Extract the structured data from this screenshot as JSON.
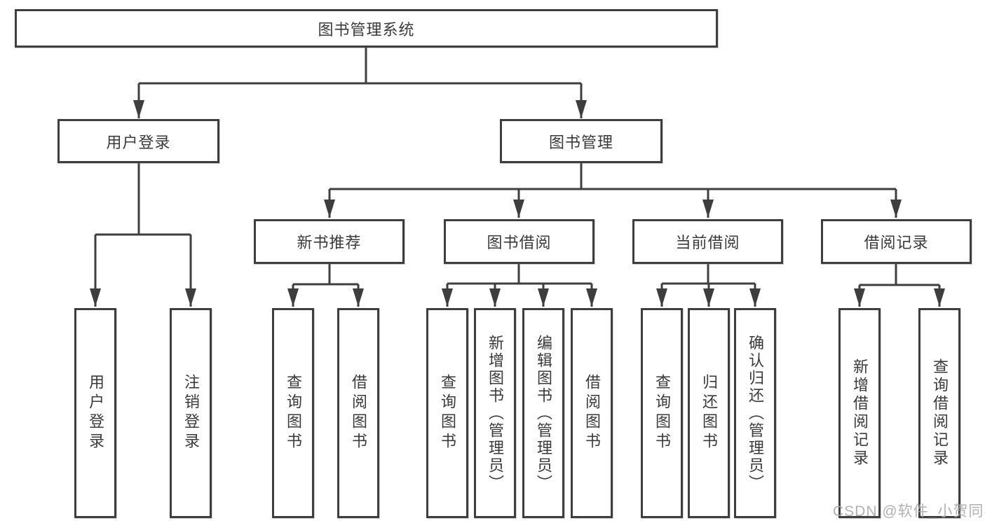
{
  "diagram": {
    "type": "hierarchy-tree",
    "root": {
      "label": "图书管理系统"
    },
    "level2": [
      {
        "label": "用户登录"
      },
      {
        "label": "图书管理"
      }
    ],
    "level3": [
      {
        "label": "新书推荐",
        "parent": "图书管理"
      },
      {
        "label": "图书借阅",
        "parent": "图书管理"
      },
      {
        "label": "当前借阅",
        "parent": "图书管理"
      },
      {
        "label": "借阅记录",
        "parent": "图书管理"
      }
    ],
    "leaves": [
      {
        "label": "用户登录",
        "parent": "用户登录"
      },
      {
        "label": "注销登录",
        "parent": "用户登录"
      },
      {
        "label": "查询图书",
        "parent": "新书推荐"
      },
      {
        "label": "借阅图书",
        "parent": "新书推荐"
      },
      {
        "label": "查询图书",
        "parent": "图书借阅"
      },
      {
        "label": "新增图书（管理员）",
        "parent": "图书借阅"
      },
      {
        "label": "编辑图书（管理员）",
        "parent": "图书借阅"
      },
      {
        "label": "借阅图书",
        "parent": "图书借阅"
      },
      {
        "label": "查询图书",
        "parent": "当前借阅"
      },
      {
        "label": "归还图书",
        "parent": "当前借阅"
      },
      {
        "label": "确认归还（管理员）",
        "parent": "当前借阅"
      },
      {
        "label": "新增借阅记录",
        "parent": "借阅记录"
      },
      {
        "label": "查询借阅记录",
        "parent": "借阅记录"
      }
    ]
  },
  "watermark": {
    "text": "CSDN @软件_小贺同学"
  },
  "colors": {
    "line": "#3e3e3e",
    "text": "#3a3a3a",
    "background": "#ffffff",
    "watermark": "#a8a8a8"
  }
}
